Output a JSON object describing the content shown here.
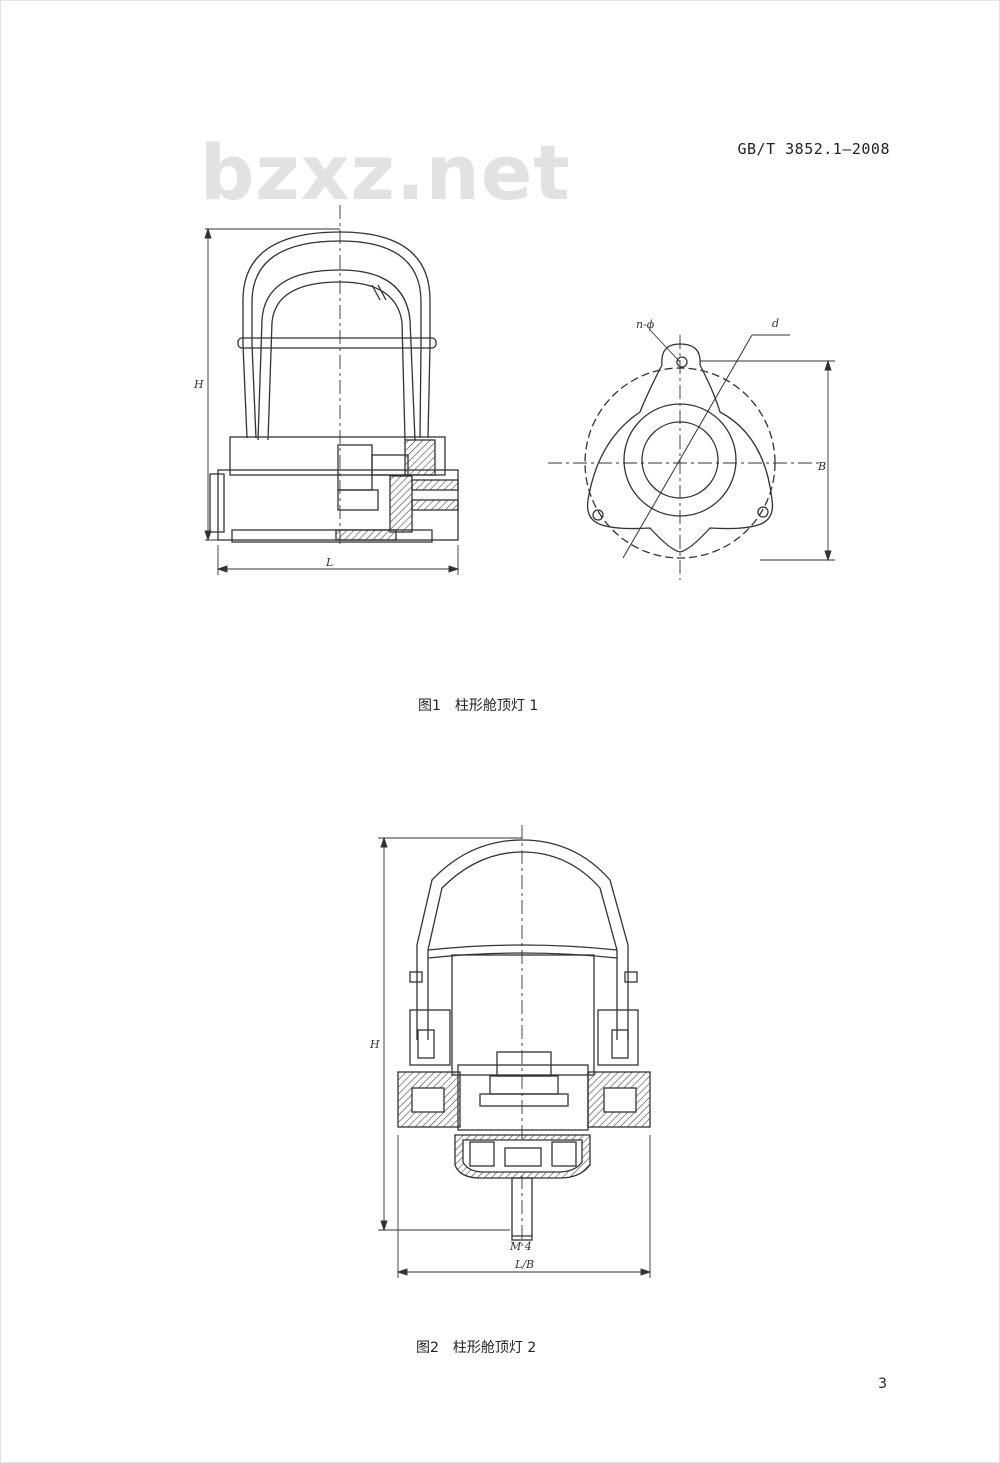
{
  "header": {
    "standard_code": "GB/T 3852.1—2008",
    "watermark": "bzxz.net"
  },
  "figure1": {
    "number": "图1",
    "title": "柱形舱顶灯 1",
    "labels": {
      "height": "H",
      "length": "L",
      "hole": "n-ϕ",
      "diameter": "d",
      "width": "B"
    }
  },
  "figure2": {
    "number": "图2",
    "title": "柱形舱顶灯 2",
    "labels": {
      "height": "H",
      "length": "L/B",
      "thread": "M 4"
    }
  },
  "footer": {
    "page_number": "3"
  }
}
